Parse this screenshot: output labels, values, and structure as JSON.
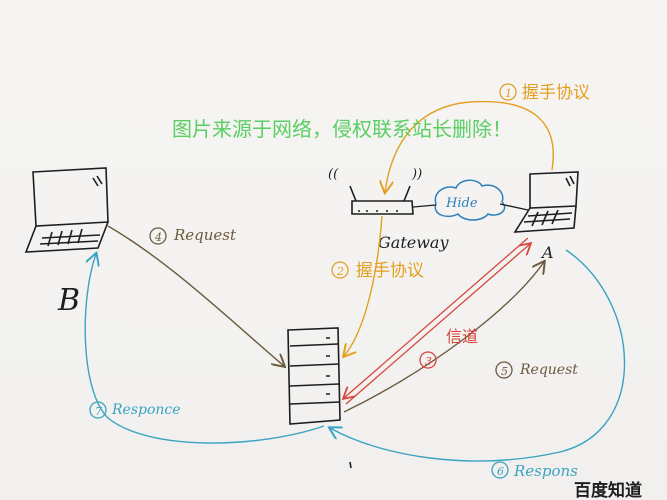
{
  "watermark": "图片来源于网络，侵权联系站长删除！",
  "badge": "百度知道",
  "nodes": {
    "laptop_b": "B",
    "laptop_a": "A",
    "router": "Gateway",
    "router_marks_left": "((",
    "router_marks_right": "))",
    "cloud": "Hide"
  },
  "steps": {
    "s1": {
      "num": "1",
      "label": "握手协议"
    },
    "s2": {
      "num": "2",
      "label": "握手协议"
    },
    "s3": {
      "num": "3",
      "label": "信道"
    },
    "s4": {
      "num": "4",
      "label": "Request"
    },
    "s5": {
      "num": "5",
      "label": "Request"
    },
    "s6": {
      "num": "6",
      "label": "Respons"
    },
    "s7": {
      "num": "7",
      "label": "Responce"
    }
  },
  "colors": {
    "ink": "#1e1e1e",
    "orange": "#e3a020",
    "red": "#d8453a",
    "brown": "#6b5a3e",
    "teal": "#3aa3c2",
    "blue_cloud": "#2f7fb8",
    "watermark": "#3ec84a"
  }
}
